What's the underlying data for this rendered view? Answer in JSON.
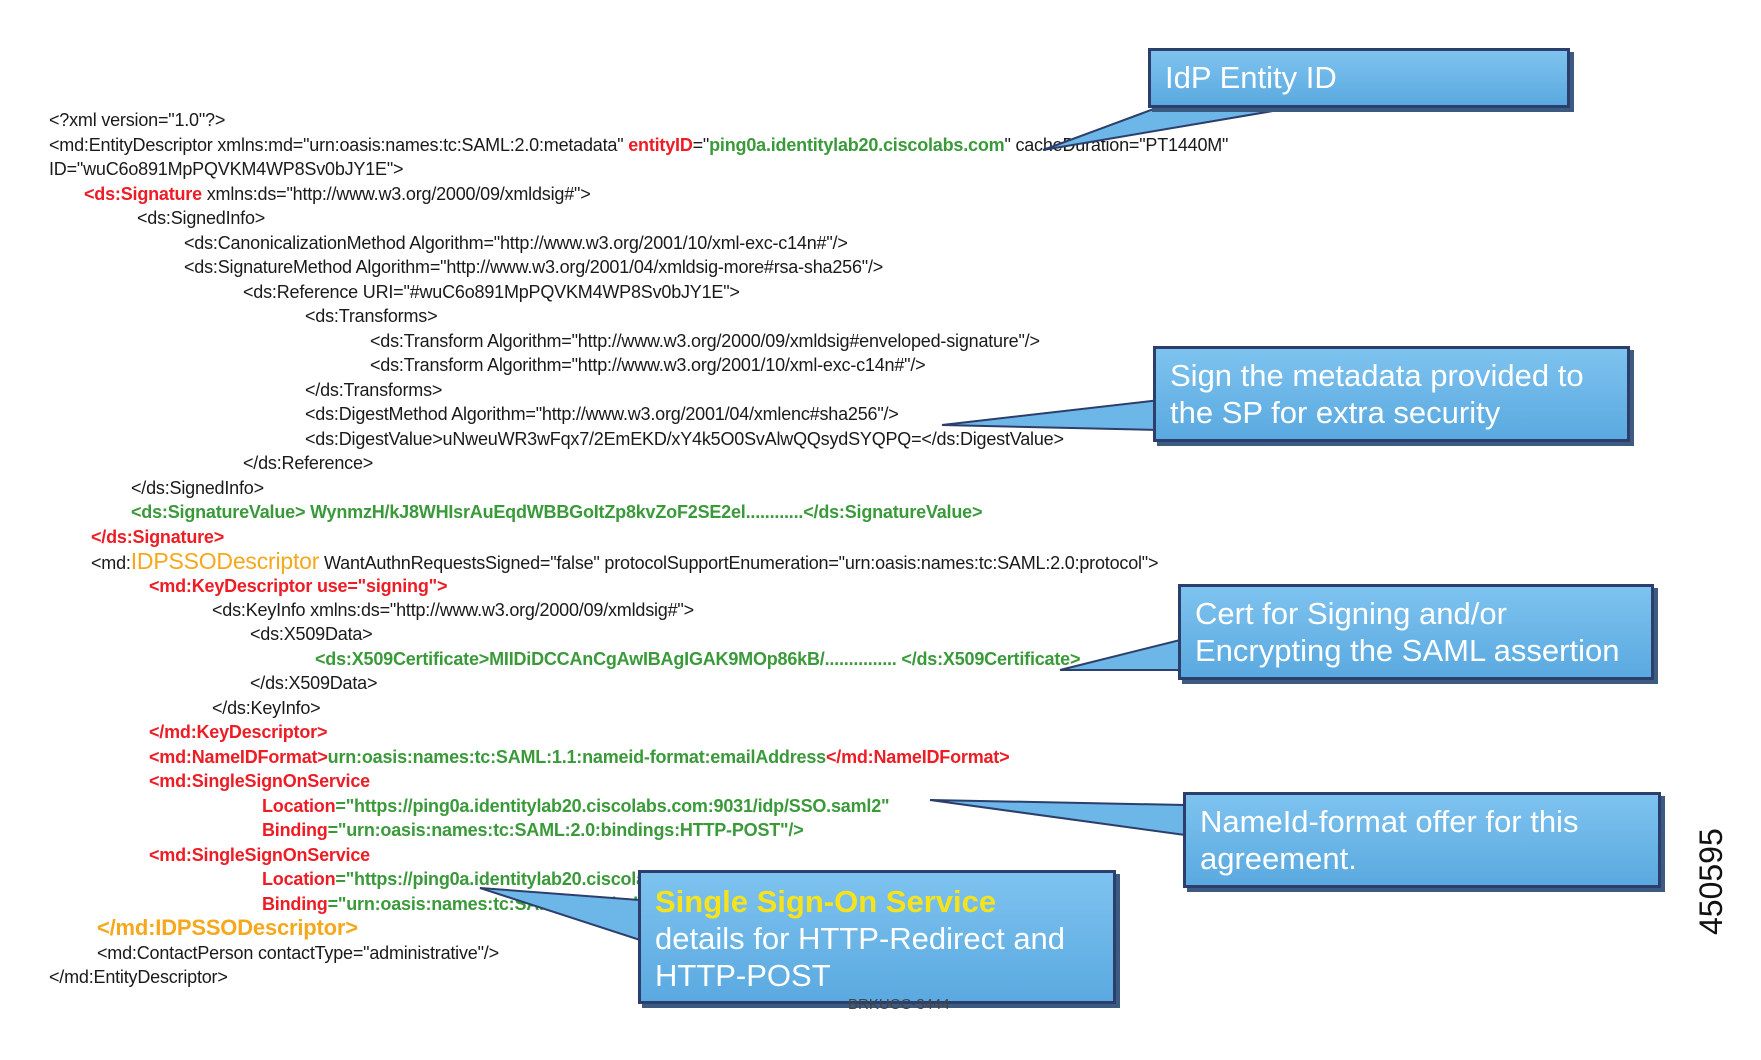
{
  "xml_lines": [
    {
      "segments": [
        {
          "t": "<?xml version=\"1.0\"?>",
          "c": ""
        }
      ]
    },
    {
      "segments": [
        {
          "t": "<md:EntityDescriptor xmlns:md=\"urn:oasis:names:tc:SAML:2.0:metadata\" ",
          "c": ""
        },
        {
          "t": "entityID",
          "c": "red"
        },
        {
          "t": "=\"",
          "c": ""
        },
        {
          "t": "ping0a.identitylab20.ciscolabs.com",
          "c": "grn"
        },
        {
          "t": "\" cacheDuration=\"PT1440M\"",
          "c": ""
        }
      ]
    },
    {
      "segments": [
        {
          "t": "ID=\"wuC6o891MpPQVKM4WP8Sv0bJY1E\">",
          "c": ""
        }
      ]
    },
    {
      "segments": [
        {
          "t": "<ds:Signature",
          "c": "red"
        },
        {
          "t": " xmlns:ds=\"http://www.w3.org/2000/09/xmldsig#\">",
          "c": ""
        }
      ]
    },
    {
      "segments": [
        {
          "t": "<ds:SignedInfo>",
          "c": ""
        }
      ]
    },
    {
      "segments": [
        {
          "t": "<ds:CanonicalizationMethod  Algorithm=\"http://www.w3.org/2001/10/xml-exc-c14n#\"/>",
          "c": ""
        }
      ]
    },
    {
      "segments": [
        {
          "t": "<ds:SignatureMethod  Algorithm=\"http://www.w3.org/2001/04/xmldsig-more#rsa-sha256\"/>",
          "c": ""
        }
      ]
    },
    {
      "segments": [
        {
          "t": "<ds:Reference URI=\"#wuC6o891MpPQVKM4WP8Sv0bJY1E\">",
          "c": ""
        }
      ]
    },
    {
      "segments": [
        {
          "t": "<ds:Transforms>",
          "c": ""
        }
      ]
    },
    {
      "segments": [
        {
          "t": "<ds:Transform Algorithm=\"http://www.w3.org/2000/09/xmldsig#enveloped-signature\"/>",
          "c": ""
        }
      ]
    },
    {
      "segments": [
        {
          "t": "<ds:Transform Algorithm=\"http://www.w3.org/2001/10/xml-exc-c14n#\"/>",
          "c": ""
        }
      ]
    },
    {
      "segments": [
        {
          "t": "</ds:Transforms>",
          "c": ""
        }
      ]
    },
    {
      "segments": [
        {
          "t": "<ds:DigestMethod Algorithm=\"http://www.w3.org/2001/04/xmlenc#sha256\"/>",
          "c": ""
        }
      ]
    },
    {
      "segments": [
        {
          "t": "<ds:DigestValue>uNweuWR3wFqx7/2EmEKD/xY4k5O0SvAlwQQsydSYQPQ=</ds:DigestValue>",
          "c": ""
        }
      ]
    },
    {
      "segments": [
        {
          "t": "</ds:Reference>",
          "c": ""
        }
      ]
    },
    {
      "segments": [
        {
          "t": "</ds:SignedInfo>",
          "c": ""
        }
      ]
    },
    {
      "segments": [
        {
          "t": "<ds:SignatureValue> WynmzH/kJ8WHIsrAuEqdWBBGoItZp8kvZoF2SE2el............</ds:SignatureValue>",
          "c": "grn"
        }
      ]
    },
    {
      "segments": [
        {
          "t": "</ds:Signature>",
          "c": "red"
        }
      ]
    },
    {
      "segments": [
        {
          "t": "<md:",
          "c": ""
        },
        {
          "t": "IDPSSODescriptor",
          "c": "org"
        },
        {
          "t": " WantAuthnRequestsSigned=\"false\" protocolSupportEnumeration=\"urn:oasis:names:tc:SAML:2.0:protocol\">",
          "c": ""
        }
      ]
    },
    {
      "segments": [
        {
          "t": "<md:KeyDescriptor use=\"signing\">",
          "c": "red"
        }
      ]
    },
    {
      "segments": [
        {
          "t": "<ds:KeyInfo xmlns:ds=\"http://www.w3.org/2000/09/xmldsig#\">",
          "c": ""
        }
      ]
    },
    {
      "segments": [
        {
          "t": "<ds:X509Data>",
          "c": ""
        }
      ]
    },
    {
      "segments": [
        {
          "t": "<ds:X509Certificate>MIIDiDCCAnCgAwIBAgIGAK9MOp86kB/............... </ds:X509Certificate>",
          "c": "grn"
        }
      ]
    },
    {
      "segments": [
        {
          "t": "</ds:X509Data>",
          "c": ""
        }
      ]
    },
    {
      "segments": [
        {
          "t": "</ds:KeyInfo>",
          "c": ""
        }
      ]
    },
    {
      "segments": [
        {
          "t": "</md:KeyDescriptor>",
          "c": "red"
        }
      ]
    },
    {
      "segments": [
        {
          "t": "<md:NameIDFormat>",
          "c": "red"
        },
        {
          "t": "urn:oasis:names:tc:SAML:1.1:nameid-format:emailAddress",
          "c": "grn"
        },
        {
          "t": "</md:NameIDFormat>",
          "c": "red"
        }
      ]
    },
    {
      "segments": [
        {
          "t": "<md:SingleSignOnService",
          "c": "red"
        }
      ]
    },
    {
      "segments": [
        {
          "t": "Location",
          "c": "red"
        },
        {
          "t": "=\"https://ping0a.identitylab20.ciscolabs.com:9031/idp/SSO.saml2\"",
          "c": "grn"
        }
      ]
    },
    {
      "segments": [
        {
          "t": "Binding",
          "c": "red"
        },
        {
          "t": "=\"urn:oasis:names:tc:SAML:2.0:bindings:HTTP-POST\"/>",
          "c": "grn"
        }
      ]
    },
    {
      "segments": [
        {
          "t": "<md:SingleSignOnService",
          "c": "red"
        }
      ]
    },
    {
      "segments": [
        {
          "t": "Location",
          "c": "red"
        },
        {
          "t": "=\"https://ping0a.identitylab20.ciscolabs.com:9031/idp/SSO.saml2\"",
          "c": "grn"
        }
      ]
    },
    {
      "segments": [
        {
          "t": "Binding",
          "c": "red"
        },
        {
          "t": "=\"urn:oasis:names:tc:SAML:2.0:bindings:HTTP-Redirect\"/>",
          "c": "grn"
        }
      ]
    },
    {
      "segments": [
        {
          "t": "</md:IDPSSODescriptor>",
          "c": "orgb"
        }
      ]
    },
    {
      "segments": [
        {
          "t": "<md:ContactPerson contactType=\"administrative\"/>",
          "c": ""
        }
      ]
    },
    {
      "segments": [
        {
          "t": "</md:EntityDescriptor>",
          "c": ""
        }
      ]
    }
  ],
  "callouts": {
    "entity_id": "IdP Entity ID",
    "signature": "Sign the metadata provided to the SP for extra security",
    "cert": "Cert for Signing and/or Encrypting the SAML assertion",
    "nameid": "NameId-format  offer for this agreement.",
    "sso_title": "Single Sign-On Service",
    "sso_body": "details for HTTP-Redirect and HTTP-POST"
  },
  "footer_code": "BRKUCC-3444",
  "figure_id": "450595",
  "colors": {
    "tag_red": "#ee1c25",
    "value_green": "#3a9a3a",
    "descriptor_orange": "#f6a81c",
    "callout_blue": "#6cb6e8",
    "callout_border": "#2c3e6b",
    "callout_highlight": "#f6e31c"
  }
}
